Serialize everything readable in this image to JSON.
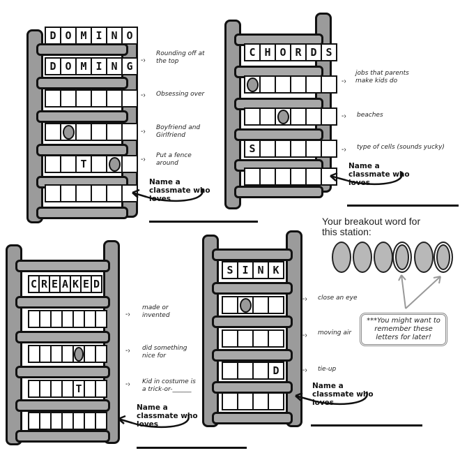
{
  "ladder1": {
    "top_word": [
      "D",
      "O",
      "M",
      "I",
      "N",
      "O"
    ],
    "row1": [
      "D",
      "O",
      "M",
      "I",
      "N",
      "G"
    ],
    "row4_letter": "T",
    "clues": [
      "Rounding off at the top",
      "Obsessing over",
      "Boyfriend and Girlfriend",
      "Put a fence around"
    ],
    "classmate": "Name a classmate who loves"
  },
  "ladder2": {
    "top_word": [
      "C",
      "H",
      "O",
      "R",
      "D",
      "S"
    ],
    "row3_letter": "S",
    "clues": [
      "jobs that parents make kids do",
      "beaches",
      "type of cells (sounds yucky)"
    ],
    "classmate": "Name a classmate who loves"
  },
  "ladder3": {
    "top_word": [
      "C",
      "R",
      "E",
      "A",
      "K",
      "E",
      "D"
    ],
    "row3_letter": "T",
    "clues": [
      "made or invented",
      "did something nice for",
      "Kid in costume is a trick-or-______"
    ],
    "classmate": "Name a classmate who loves"
  },
  "ladder4": {
    "top_word": [
      "S",
      "I",
      "N",
      "K"
    ],
    "row3_letter": "D",
    "clues": [
      "close an eye",
      "moving air",
      "tie-up"
    ],
    "classmate": "Name a classmate who loves"
  },
  "breakout": {
    "title": "Your breakout word for this station:",
    "note": "***You might want to remember these letters for later!"
  }
}
